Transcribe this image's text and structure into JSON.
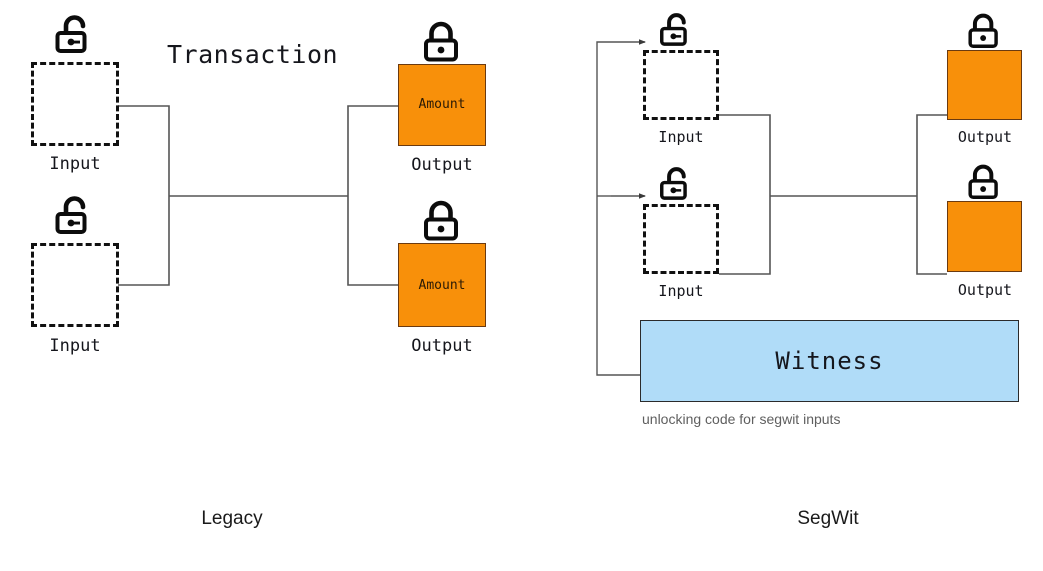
{
  "diagram": {
    "title": "Transaction",
    "panels": [
      {
        "id": "legacy",
        "label": "Legacy",
        "inputs": [
          {
            "label": "Input",
            "lock": "unlocked-padlock-icon"
          },
          {
            "label": "Input",
            "lock": "unlocked-padlock-icon"
          }
        ],
        "outputs": [
          {
            "label": "Output",
            "value_text": "Amount",
            "lock": "locked-padlock-icon"
          },
          {
            "label": "Output",
            "value_text": "Amount",
            "lock": "locked-padlock-icon"
          }
        ]
      },
      {
        "id": "segwit",
        "label": "SegWit",
        "inputs": [
          {
            "label": "Input",
            "lock": "unlocked-padlock-icon"
          },
          {
            "label": "Input",
            "lock": "unlocked-padlock-icon"
          }
        ],
        "outputs": [
          {
            "label": "Output",
            "value_text": "",
            "lock": "locked-padlock-icon"
          },
          {
            "label": "Output",
            "value_text": "",
            "lock": "locked-padlock-icon"
          }
        ],
        "witness": {
          "label": "Witness",
          "caption": "unlocking code for segwit inputs"
        }
      }
    ],
    "colors": {
      "output_fill": "#f8900a",
      "output_stroke": "#6b3a10",
      "witness_fill": "#b0dcf8",
      "witness_stroke": "#2b2b2b",
      "connector_stroke": "#555555",
      "input_stroke": "#111111",
      "text": "#15161c",
      "caption_text": "#5f5f5f",
      "background": "#ffffff"
    }
  }
}
